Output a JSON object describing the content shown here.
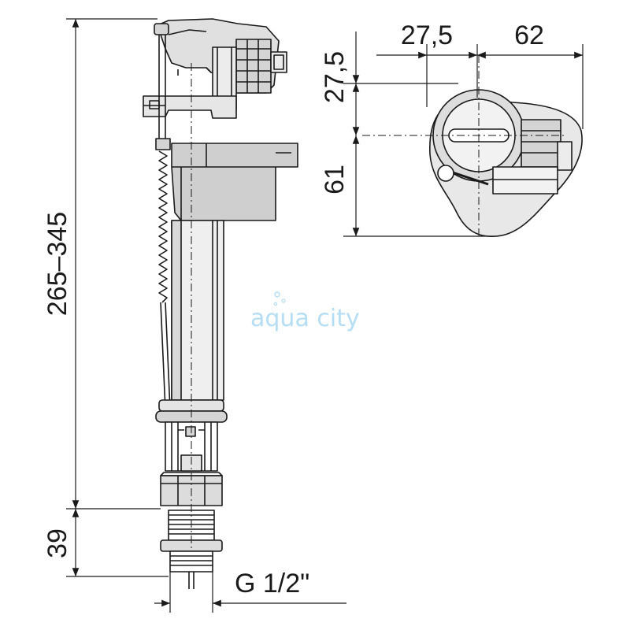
{
  "dimensions": {
    "total_height": "265–345",
    "thread_height": "39",
    "thread_size": "G 1/2\"",
    "top_offset_x": "27,5",
    "top_width": "62",
    "top_offset_y": "27,5",
    "top_depth": "61"
  },
  "watermark": {
    "text": "aqua city",
    "color": "#a9d8f2"
  },
  "colors": {
    "line": "#1a1a1a",
    "fill_gray": "#d4d4d4",
    "fill_light": "#ececec"
  }
}
